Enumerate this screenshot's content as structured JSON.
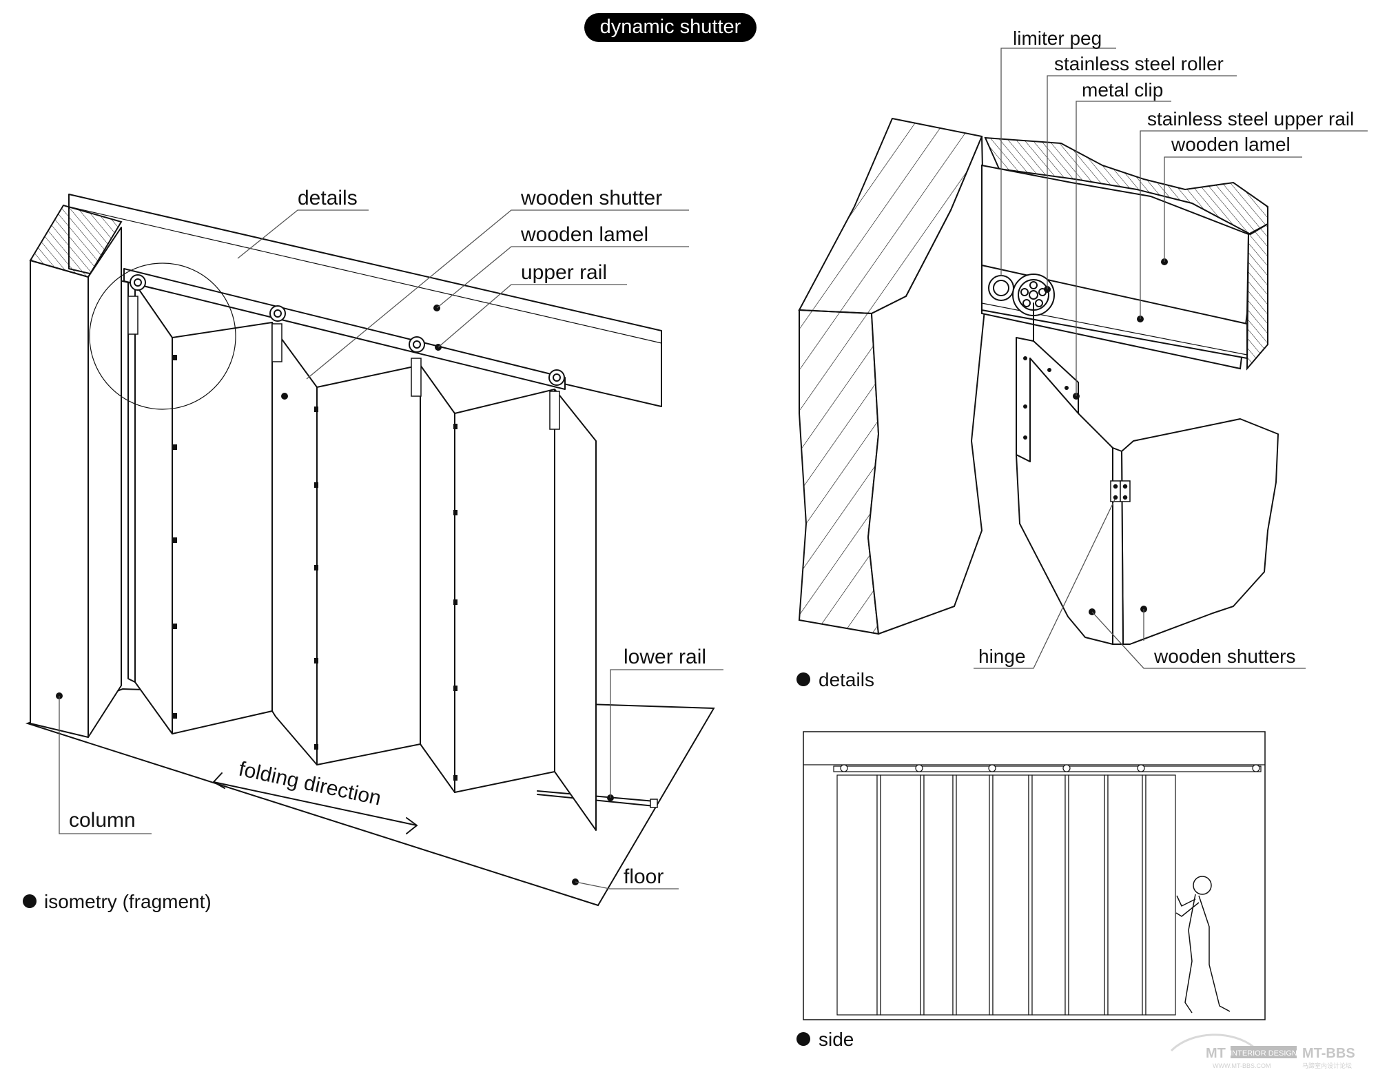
{
  "title": "dynamic shutter",
  "isometry": {
    "caption": "isometry (fragment)",
    "labels": {
      "details": "details",
      "wooden_shutter": "wooden shutter",
      "wooden_lamel": "wooden lamel",
      "upper_rail": "upper rail",
      "lower_rail": "lower rail",
      "folding_direction": "folding direction",
      "column": "column",
      "floor": "floor"
    }
  },
  "details": {
    "caption": "details",
    "labels": {
      "limiter_peg": "limiter peg",
      "stainless_steel_roller": "stainless steel roller",
      "metal_clip": "metal clip",
      "stainless_steel_upper_rail": "stainless steel upper rail",
      "wooden_lamel": "wooden lamel",
      "hinge": "hinge",
      "wooden_shutters": "wooden shutters"
    }
  },
  "side": {
    "caption": "side"
  },
  "watermark": {
    "brand": "MT",
    "badge": "INTERIOR DESIGN",
    "site": "MT-BBS",
    "url": "WWW.MT-BBS.COM",
    "sub": "马蹄室内设计论坛"
  }
}
